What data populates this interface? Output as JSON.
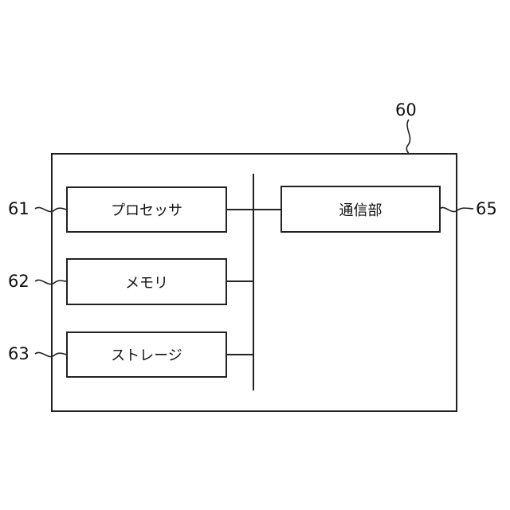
{
  "diagram": {
    "device": {
      "ref": "60",
      "components": {
        "processor": {
          "ref": "61",
          "label": "プロセッサ"
        },
        "memory": {
          "ref": "62",
          "label": "メモリ"
        },
        "storage": {
          "ref": "63",
          "label": "ストレージ"
        },
        "communication": {
          "ref": "65",
          "label": "通信部"
        }
      }
    }
  }
}
